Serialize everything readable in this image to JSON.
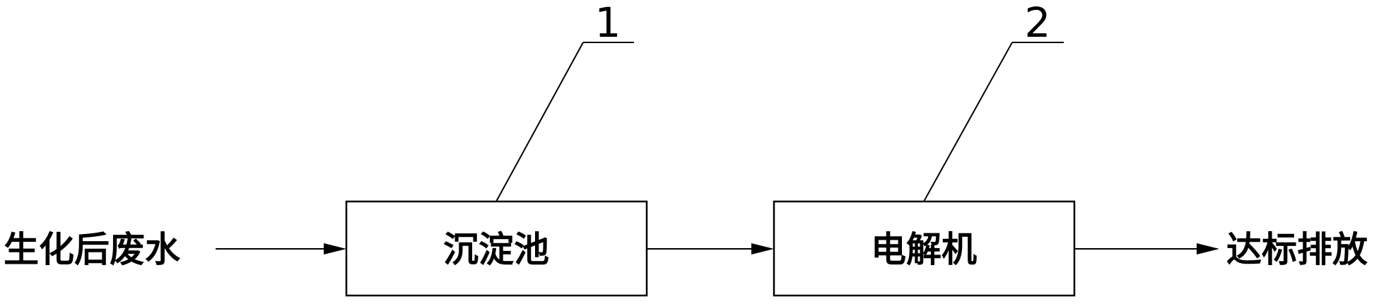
{
  "diagram": {
    "input_label": "生化后废水",
    "stage1": {
      "label": "沉淀池",
      "callout": "1"
    },
    "stage2": {
      "label": "电解机",
      "callout": "2"
    },
    "output_label": "达标排放"
  }
}
